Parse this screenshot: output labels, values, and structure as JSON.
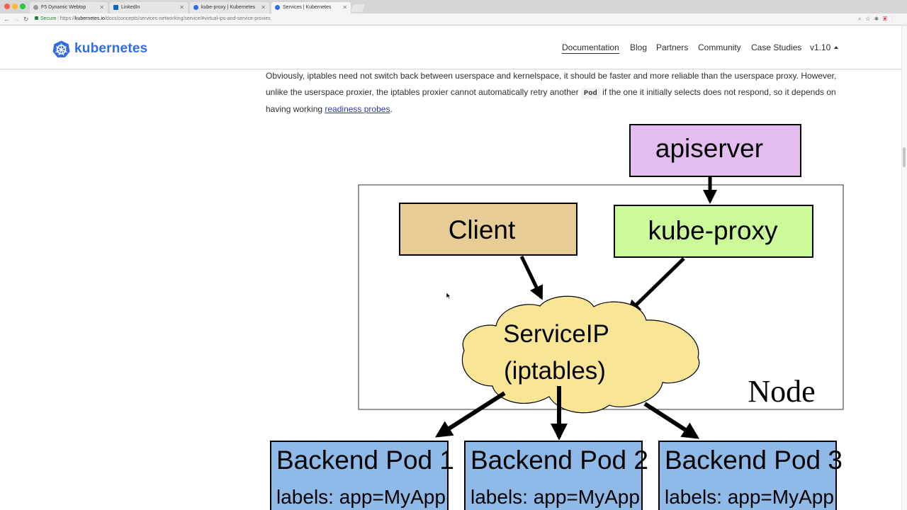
{
  "browser": {
    "tabs": [
      {
        "title": "F5 Dynamic Webtop",
        "active": false
      },
      {
        "title": "LinkedIn",
        "active": false
      },
      {
        "title": "kube-proxy | Kubernetes",
        "active": false
      },
      {
        "title": "Services | Kubernetes",
        "active": true
      }
    ],
    "address": {
      "secure_label": "Secure",
      "scheme": "https://",
      "host": "kubernetes.io",
      "path": "/docs/concepts/services-networking/service/#virtual-ips-and-service-proxies"
    }
  },
  "header": {
    "logo_text": "kubernetes",
    "brand_color": "#326ce5",
    "nav": [
      {
        "label": "Documentation",
        "active": true
      },
      {
        "label": "Blog",
        "active": false
      },
      {
        "label": "Partners",
        "active": false
      },
      {
        "label": "Community",
        "active": false
      },
      {
        "label": "Case Studies",
        "active": false
      }
    ],
    "version": "v1.10"
  },
  "article": {
    "line1": "Obviously, iptables need not switch back between userspace and kernelspace, it should be faster and more reliable than the userspace proxy. However,",
    "line2_before": "unlike the userspace proxier, the iptables proxier cannot automatically retry another",
    "line2_code": "Pod",
    "line2_after": "if the one it initially selects does not respond, so it depends on",
    "line3_before": "having working",
    "line3_link": "readiness probes",
    "line3_after": "."
  },
  "diagram": {
    "apiserver": "apiserver",
    "client": "Client",
    "kube_proxy": "kube-proxy",
    "service_line1": "ServiceIP",
    "service_line2": "(iptables)",
    "node_label": "Node",
    "pods": [
      {
        "title": "Backend Pod 1",
        "labels": "labels: app=MyApp"
      },
      {
        "title": "Backend Pod 2",
        "labels": "labels: app=MyApp"
      },
      {
        "title": "Backend Pod 3",
        "labels": "labels: app=MyApp"
      }
    ],
    "colors": {
      "apiserver": "#e3bdf0",
      "client": "#e8cc96",
      "kube_proxy": "#ccfa99",
      "cloud": "#f9e596",
      "pod": "#8fb9e6"
    }
  }
}
